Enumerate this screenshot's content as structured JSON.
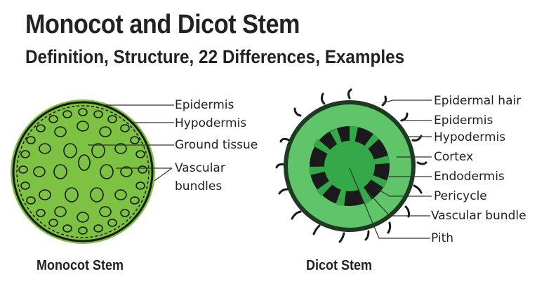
{
  "header": {
    "title": "Monocot and Dicot Stem",
    "subtitle": "Definition, Structure, 22 Differences, Examples"
  },
  "monocot": {
    "caption": "Monocot Stem",
    "labels": [
      "Epidermis",
      "Hypodermis",
      "Ground tissue",
      "Vascular",
      "bundles"
    ],
    "colors": {
      "fill": "#7dc242",
      "outline": "#1a1a1a"
    }
  },
  "dicot": {
    "caption": "Dicot Stem",
    "labels": [
      "Epidermal hair",
      "Epidermis",
      "Hypodermis",
      "Cortex",
      "Endodermis",
      "Pericycle",
      "Vascular bundle",
      "Pith"
    ],
    "colors": {
      "cortex": "#5fc46a",
      "pith": "#35a84a",
      "outline": "#1a1a1a"
    }
  }
}
